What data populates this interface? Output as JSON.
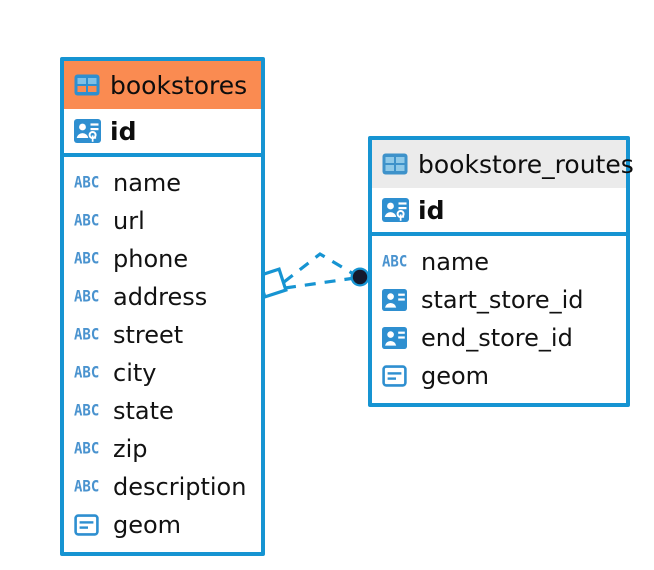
{
  "diagram": {
    "type": "entity-relationship-diagram",
    "background": "#ffffff",
    "accent_color": "#1694d2",
    "selected_header_color": "#fa8b51",
    "unselected_header_color": "#ebebeb",
    "icon_blue": "#2e8fd0",
    "abc_icon_color": "#4a93cf"
  },
  "tables": [
    {
      "name": "bookstores",
      "selected": true,
      "header_icon": "table-grid-icon",
      "primary_key": {
        "label": "id",
        "icon": "primary-key-icon"
      },
      "attributes": [
        {
          "label": "name",
          "icon": "abc-text-icon"
        },
        {
          "label": "url",
          "icon": "abc-text-icon"
        },
        {
          "label": "phone",
          "icon": "abc-text-icon"
        },
        {
          "label": "address",
          "icon": "abc-text-icon"
        },
        {
          "label": "street",
          "icon": "abc-text-icon"
        },
        {
          "label": "city",
          "icon": "abc-text-icon"
        },
        {
          "label": "state",
          "icon": "abc-text-icon"
        },
        {
          "label": "zip",
          "icon": "abc-text-icon"
        },
        {
          "label": "description",
          "icon": "abc-text-icon"
        },
        {
          "label": "geom",
          "icon": "geometry-icon"
        }
      ]
    },
    {
      "name": "bookstore_routes",
      "selected": false,
      "header_icon": "table-grid-icon",
      "primary_key": {
        "label": "id",
        "icon": "primary-key-icon"
      },
      "attributes": [
        {
          "label": "name",
          "icon": "abc-text-icon"
        },
        {
          "label": "start_store_id",
          "icon": "foreign-key-icon"
        },
        {
          "label": "end_store_id",
          "icon": "foreign-key-icon"
        },
        {
          "label": "geom",
          "icon": "geometry-icon"
        }
      ]
    }
  ],
  "relationship": {
    "style": "dashed",
    "color": "#1694d2",
    "source_endpoint": "diamond",
    "target_endpoint": "filled-circle",
    "target_endpoint_color": "#141a2e"
  },
  "icon_labels": {
    "abc": "ABC"
  }
}
